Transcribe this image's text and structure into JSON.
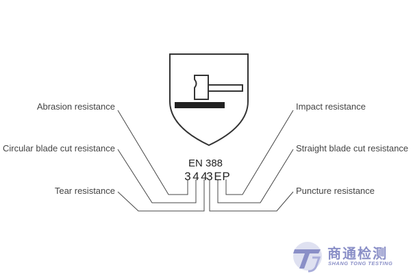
{
  "standard": "EN 388",
  "code": [
    "3",
    "4",
    "4",
    "3",
    "E",
    "P"
  ],
  "labels": {
    "abrasion": "Abrasion resistance",
    "circular_blade_cut": "Circular blade cut resistance",
    "tear": "Tear resistance",
    "impact": "Impact resistance",
    "straight_blade_cut": "Straight blade cut resistance",
    "puncture": "Puncture resistance"
  },
  "watermark": {
    "name_cn": "商通检测",
    "name_en": "SHANG TONG TESTING"
  },
  "icons": {
    "pictogram": "shield-hammer-icon",
    "logo": "shang-tong-logo-icon"
  },
  "colors": {
    "line": "#333333",
    "watermark": "#8a8fc7"
  }
}
